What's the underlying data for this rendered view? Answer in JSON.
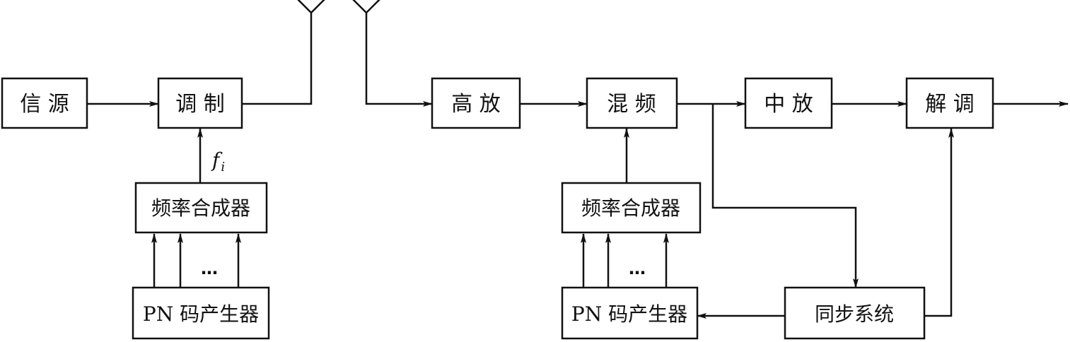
{
  "blocks": {
    "source": "信 源",
    "modulator": "调 制",
    "synth_tx": "频率合成器",
    "pn_tx": "PN 码产生器",
    "rf_amp": "高 放",
    "mixer": "混 频",
    "if_amp": "中 放",
    "demod": "解 调",
    "synth_rx": "频率合成器",
    "pn_rx": "PN 码产生器",
    "sync": "同步系统"
  },
  "labels": {
    "freq_symbol": "f",
    "freq_subscript": "i",
    "dots_tx": "…",
    "dots_rx": "…"
  },
  "colors": {
    "line": "#111111",
    "background": "#ffffff"
  }
}
